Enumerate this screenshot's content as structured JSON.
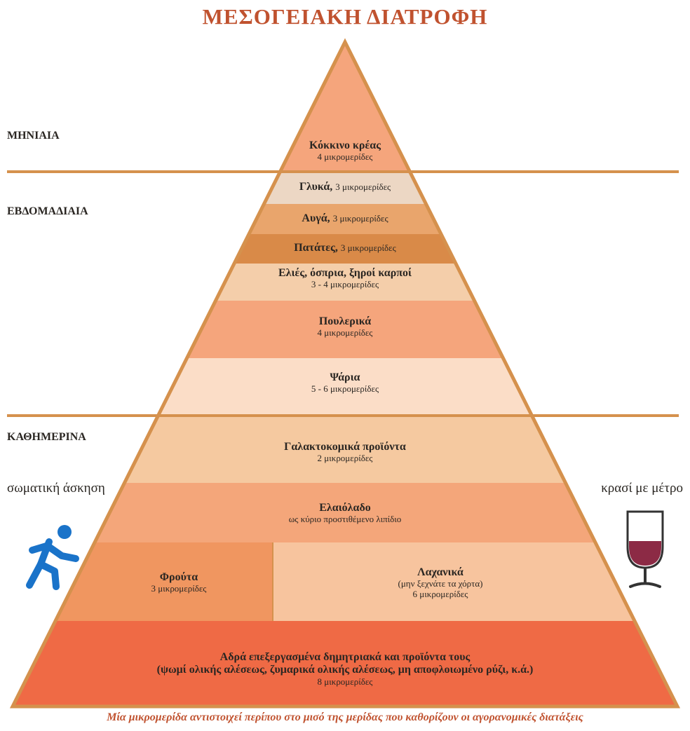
{
  "title": "ΜΕΣΟΓΕΙΑΚΗ ΔΙΑΤΡΟΦΗ",
  "sections": {
    "monthly": "ΜΗΝΙΑΙΑ",
    "weekly": "ΕΒΔΟΜΑΔΙΑΙΑ",
    "daily": "ΚΑΘΗΜΕΡΙΝΑ"
  },
  "side": {
    "exercise": "σωματική άσκηση",
    "wine": "κρασί με μέτρο"
  },
  "layers": {
    "red_meat": {
      "name": "Κόκκινο κρέας",
      "portions": "4 μικρομερίδες"
    },
    "sweets": {
      "name": "Γλυκά,",
      "portions": "3 μικρομερίδες"
    },
    "eggs": {
      "name": "Αυγά,",
      "portions": "3 μικρομερίδες"
    },
    "potatoes": {
      "name": "Πατάτες,",
      "portions": "3 μικρομερίδες"
    },
    "olives": {
      "name": "Ελιές, όσπρια, ξηροί καρποί",
      "portions": "3 - 4 μικρομερίδες"
    },
    "poultry": {
      "name": "Πουλερικά",
      "portions": "4 μικρομερίδες"
    },
    "fish": {
      "name": "Ψάρια",
      "portions": "5 - 6 μικρομερίδες"
    },
    "dairy": {
      "name": "Γαλακτοκομικά προϊόντα",
      "portions": "2 μικρομερίδες"
    },
    "olive_oil": {
      "name": "Ελαιόλαδο",
      "portions": "ως κύριο προστιθέμενο λιπίδιο"
    },
    "fruits": {
      "name": "Φρούτα",
      "portions": "3 μικρομερίδες"
    },
    "vegetables": {
      "name": "Λαχανικά",
      "note": "(μην ξεχνάτε τα χόρτα)",
      "portions": "6 μικρομερίδες"
    },
    "grains": {
      "name": "Αδρά επεξεργασμένα δημητριακά και προϊόντα τους",
      "detail": "(ψωμί ολικής αλέσεως, ζυμαρικά ολικής αλέσεως, μη αποφλοιωμένο ρύζι, κ.ά.)",
      "portions": "8 μικρομερίδες"
    }
  },
  "colors": {
    "title": "#c0522f",
    "outline": "#d5914d",
    "red_meat": "#f5a57c",
    "sweets": "#ecd7c4",
    "eggs": "#e9a56c",
    "potatoes": "#d98a48",
    "olives": "#f4ceaa",
    "poultry": "#f5a57c",
    "fish": "#fbddc7",
    "dairy": "#f5c9a0",
    "olive_oil": "#f4a67a",
    "fruits": "#f09660",
    "vegetables": "#f7c49e",
    "grains": "#ef6a45",
    "exercise_icon": "#1a73c9",
    "wine": "#8c2a45"
  },
  "footer": "Μία μικρομερίδα αντιστοιχεί περίπου στο μισό της μερίδας που καθορίζουν οι αγορανομικές διατάξεις",
  "icons": {
    "exercise": "running-person-icon",
    "wine": "wine-glass-icon"
  }
}
